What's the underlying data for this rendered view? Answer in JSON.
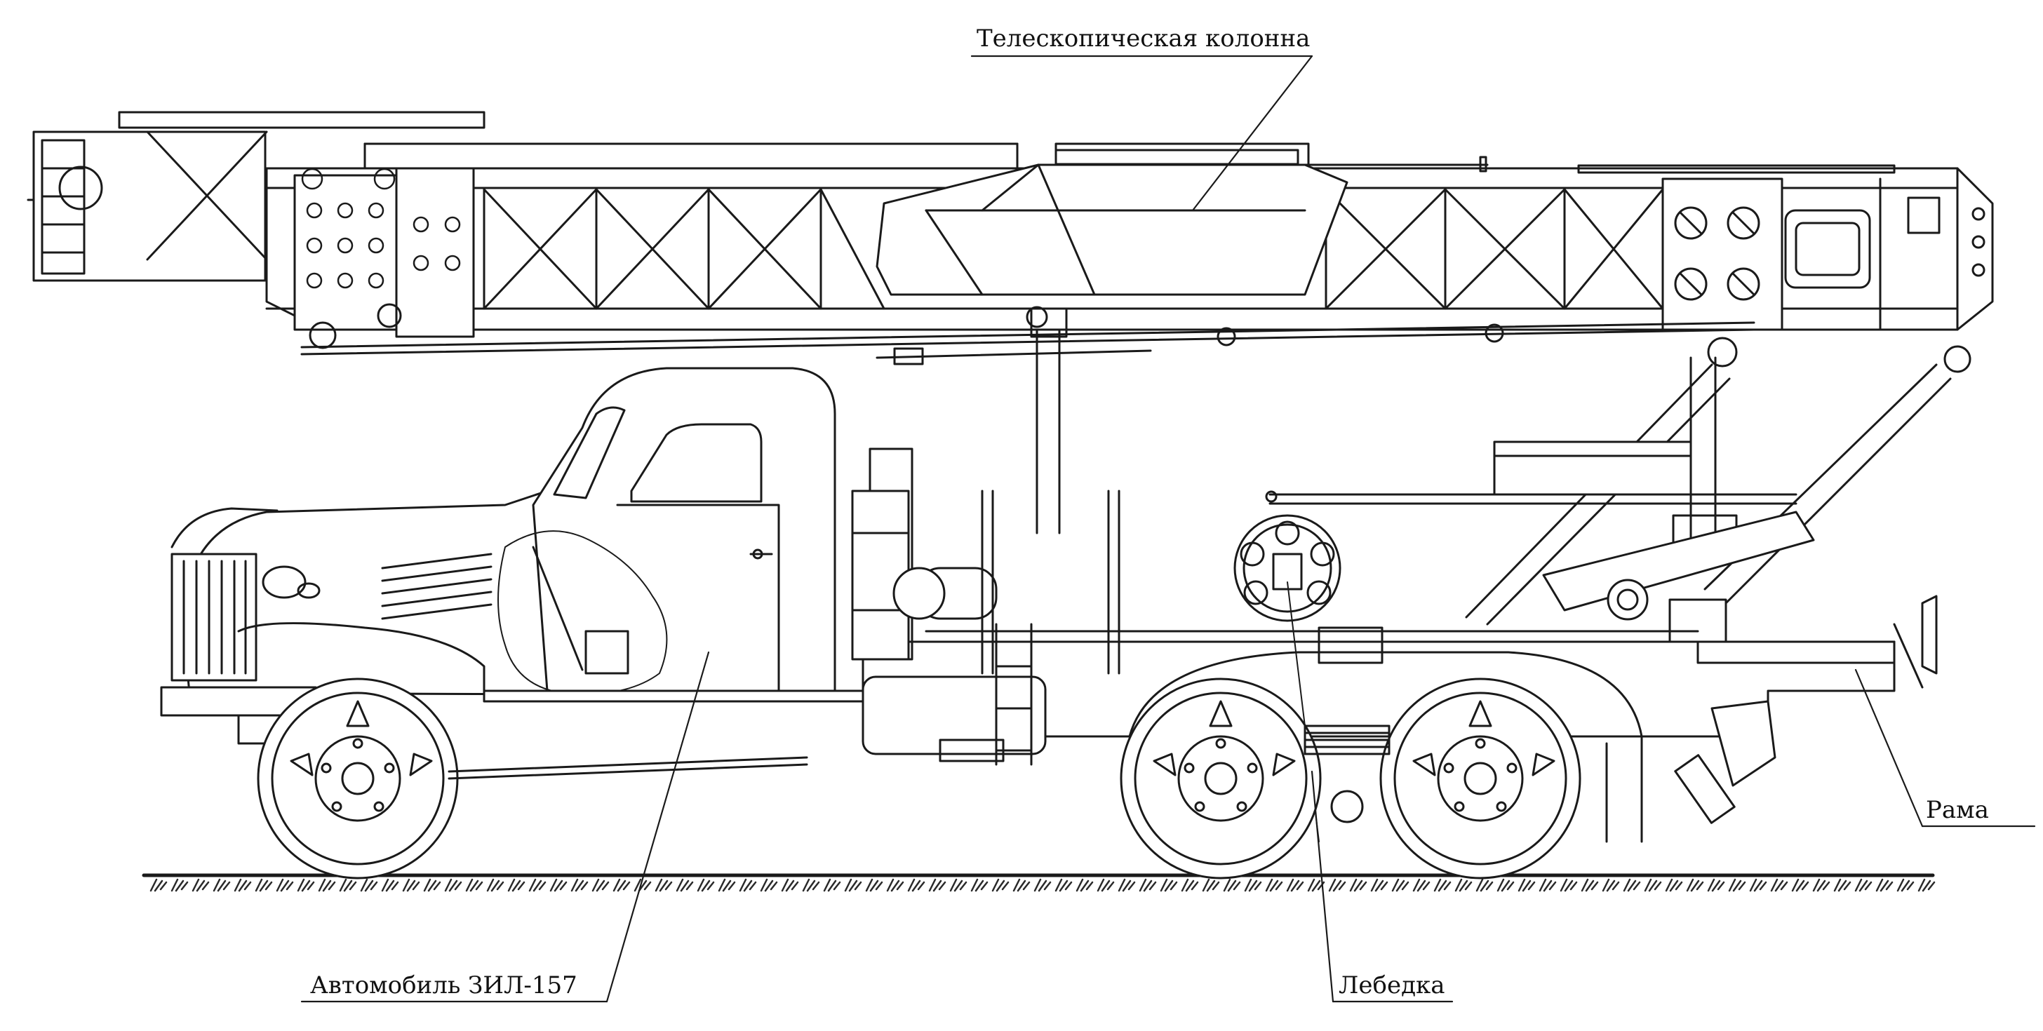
{
  "diagram": {
    "labels": {
      "telescopic_column": "Телескопическая колонна",
      "frame": "Рама",
      "vehicle": "Автомобиль ЗИЛ-157",
      "winch": "Лебедка"
    },
    "colors": {
      "line": "#1a1a1a",
      "fill": "#ffffff",
      "ground_hatch": "#2a2a2a"
    }
  }
}
